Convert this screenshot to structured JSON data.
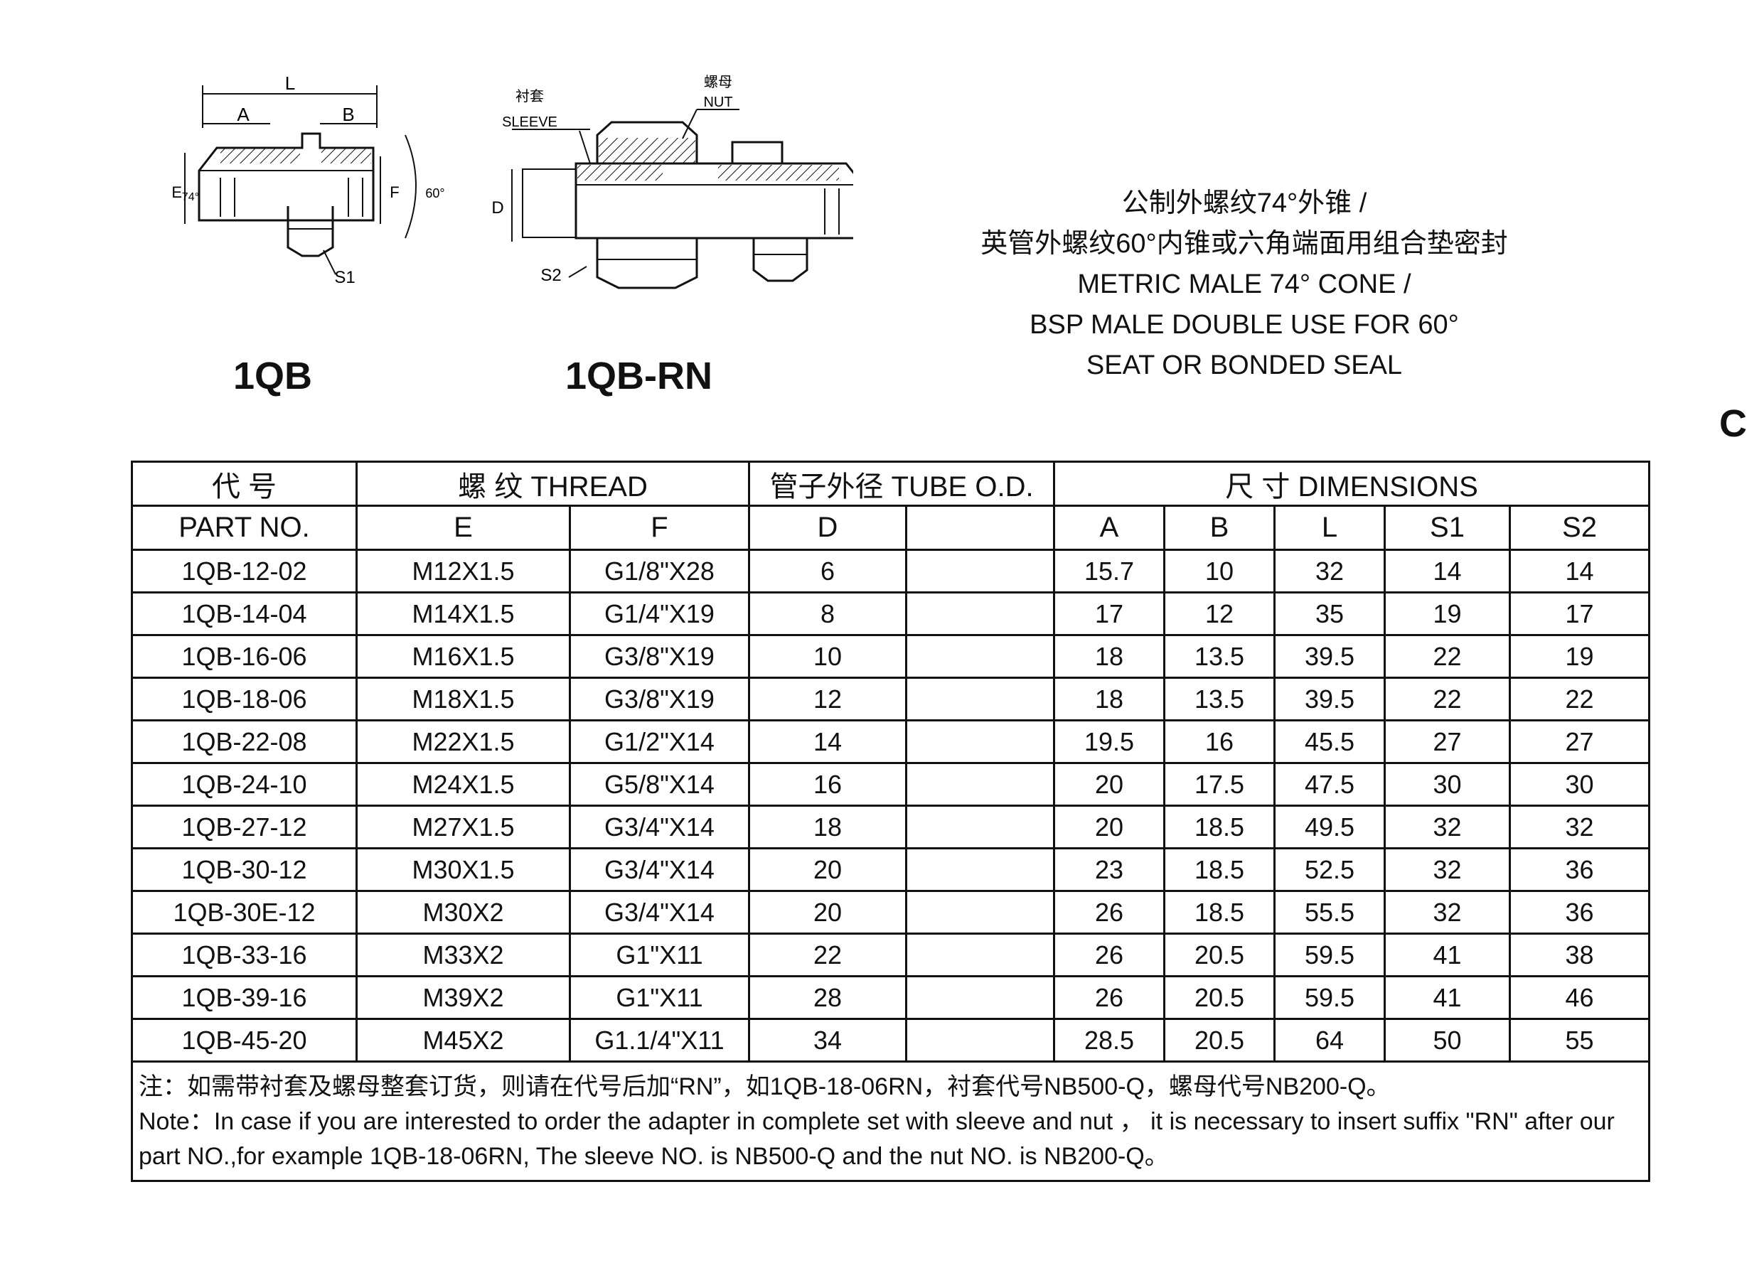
{
  "drawing": {
    "dim_L": "L",
    "dim_A": "A",
    "dim_B": "B",
    "dim_E": "E",
    "dim_F": "F",
    "dim_D": "D",
    "angle_74": "74°",
    "angle_60": "60°",
    "hex_S1": "S1",
    "hex_S2": "S2",
    "sleeve_cn": "衬套",
    "sleeve_en": "SLEEVE",
    "nut_cn": "螺母",
    "nut_en": "NUT"
  },
  "models": {
    "left": "1QB",
    "right": "1QB-RN"
  },
  "description": {
    "line1": "公制外螺纹74°外锥 /",
    "line2": "英管外螺纹60°内锥或六角端面用组合垫密封",
    "line3": "METRIC MALE 74° CONE /",
    "line4": "BSP MALE DOUBLE USE FOR 60°",
    "line5": "SEAT OR BONDED SEAL"
  },
  "side_letter": "C",
  "table": {
    "header": {
      "part_cn": "代 号",
      "part_en": "PART  NO.",
      "thread": "螺 纹  THREAD",
      "tube": "管子外径 TUBE O.D.",
      "dimensions": "尺 寸   DIMENSIONS",
      "cols": [
        "E",
        "F",
        "D",
        "",
        "A",
        "B",
        "L",
        "S1",
        "S2"
      ]
    },
    "rows": [
      [
        "1QB-12-02",
        "M12X1.5",
        "G1/8\"X28",
        "6",
        "",
        "15.7",
        "10",
        "32",
        "14",
        "14"
      ],
      [
        "1QB-14-04",
        "M14X1.5",
        "G1/4\"X19",
        "8",
        "",
        "17",
        "12",
        "35",
        "19",
        "17"
      ],
      [
        "1QB-16-06",
        "M16X1.5",
        "G3/8\"X19",
        "10",
        "",
        "18",
        "13.5",
        "39.5",
        "22",
        "19"
      ],
      [
        "1QB-18-06",
        "M18X1.5",
        "G3/8\"X19",
        "12",
        "",
        "18",
        "13.5",
        "39.5",
        "22",
        "22"
      ],
      [
        "1QB-22-08",
        "M22X1.5",
        "G1/2\"X14",
        "14",
        "",
        "19.5",
        "16",
        "45.5",
        "27",
        "27"
      ],
      [
        "1QB-24-10",
        "M24X1.5",
        "G5/8\"X14",
        "16",
        "",
        "20",
        "17.5",
        "47.5",
        "30",
        "30"
      ],
      [
        "1QB-27-12",
        "M27X1.5",
        "G3/4\"X14",
        "18",
        "",
        "20",
        "18.5",
        "49.5",
        "32",
        "32"
      ],
      [
        "1QB-30-12",
        "M30X1.5",
        "G3/4\"X14",
        "20",
        "",
        "23",
        "18.5",
        "52.5",
        "32",
        "36"
      ],
      [
        "1QB-30E-12",
        "M30X2",
        "G3/4\"X14",
        "20",
        "",
        "26",
        "18.5",
        "55.5",
        "32",
        "36"
      ],
      [
        "1QB-33-16",
        "M33X2",
        "G1\"X11",
        "22",
        "",
        "26",
        "20.5",
        "59.5",
        "41",
        "38"
      ],
      [
        "1QB-39-16",
        "M39X2",
        "G1\"X11",
        "28",
        "",
        "26",
        "20.5",
        "59.5",
        "41",
        "46"
      ],
      [
        "1QB-45-20",
        "M45X2",
        "G1.1/4\"X11",
        "34",
        "",
        "28.5",
        "20.5",
        "64",
        "50",
        "55"
      ]
    ],
    "note_cn": "注：如需带衬套及螺母整套订货，则请在代号后加“RN”，如1QB-18-06RN，衬套代号NB500-Q，螺母代号NB200-Q。",
    "note_en": "Note：In case if you are interested to order the adapter in complete set with  sleeve and nut ，  it is necessary to insert suffix \"RN\" after our part NO.,for example 1QB-18-06RN, The sleeve NO. is NB500-Q and the nut NO. is NB200-Q。"
  }
}
